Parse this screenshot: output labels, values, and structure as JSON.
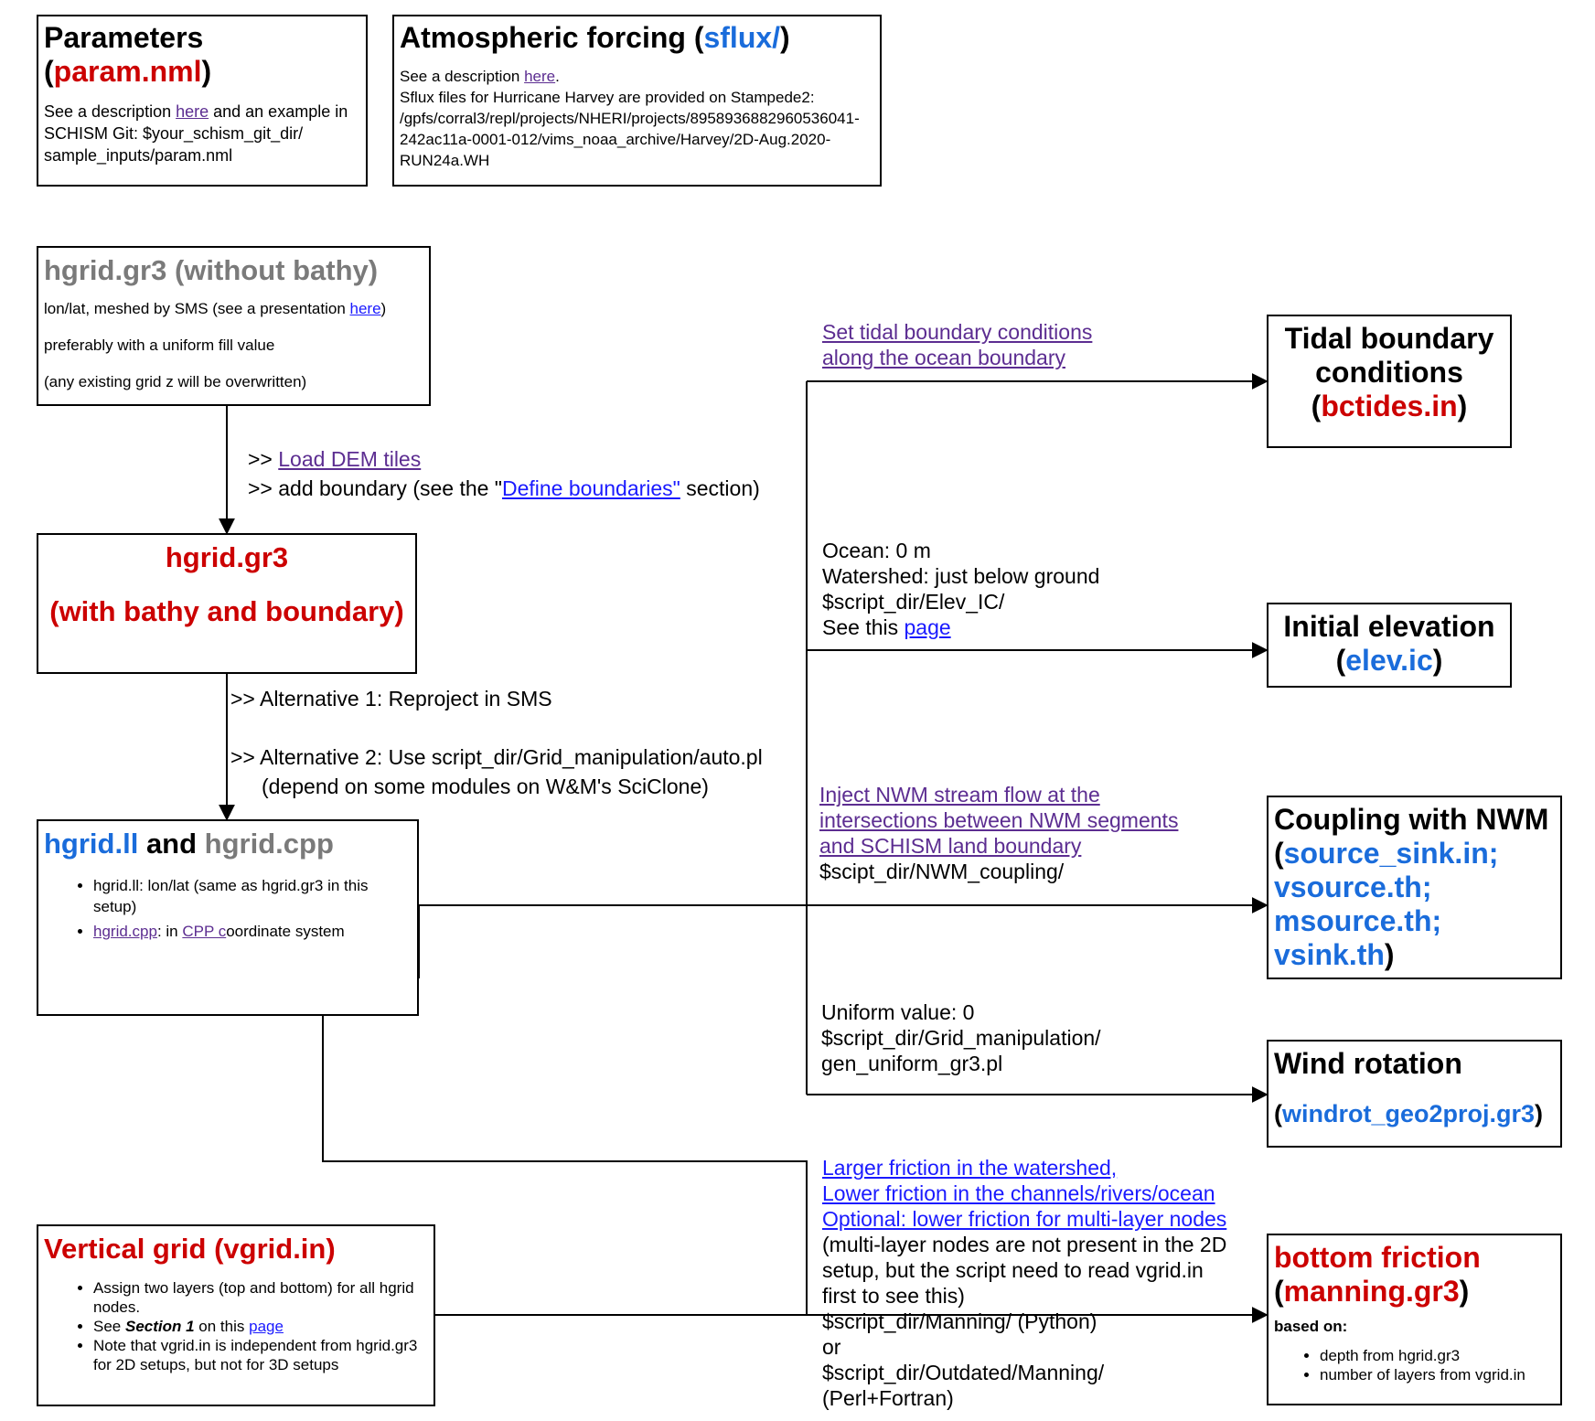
{
  "param": {
    "title": "Parameters",
    "open": "(",
    "file": "param.nml",
    "close": ")",
    "desc_pre": "See a description ",
    "desc_link": "here",
    "desc_mid": " and an example in SCHISM Git: $your_schism_git_dir/ sample_inputs/param.nml"
  },
  "sflux": {
    "title": "Atmospheric forcing (",
    "file": "sflux/",
    "close": ")",
    "line1_pre": "See a description ",
    "line1_link": "here",
    "line1_post": ".",
    "line2": "Sflux files for Hurricane Harvey are provided on Stampede2:",
    "line3": "/gpfs/corral3/repl/projects/NHERI/projects/8958936882960536041-",
    "line4": "242ac11a-0001-012/vims_noaa_archive/Harvey/2D-Aug.2020-",
    "line5": "RUN24a.WH"
  },
  "hgrid_raw": {
    "title": "hgrid.gr3 (without bathy)",
    "l1_pre": "lon/lat, meshed by SMS (see a presentation ",
    "l1_link": "here",
    "l1_post": ")",
    "l2": "preferably with a uniform fill value",
    "l3": "(any existing grid z will be overwritten)"
  },
  "arrow1": {
    "l1_pre": ">> ",
    "l1_link": "Load DEM tiles",
    "l2_pre": ">> add boundary (see the \"",
    "l2_link": "Define boundaries\"",
    "l2_post": " section)"
  },
  "hgrid_bathy": {
    "line1": "hgrid.gr3",
    "line2": "(with bathy and boundary)"
  },
  "arrow2": {
    "alt1": ">> Alternative 1: Reproject in SMS",
    "alt2": ">> Alternative 2: Use script_dir/Grid_manipulation/auto.pl",
    "alt2b": "(depend on some modules on W&M's SciClone)"
  },
  "hgrid_ll": {
    "t1": "hgrid.ll",
    "t2": " and ",
    "t3": "hgrid.cpp",
    "b1": "hgrid.ll: lon/lat (same as hgrid.gr3 in this setup)",
    "b2_link": "hgrid.cpp",
    "b2_mid": ": in ",
    "b2_link2": "CPP c",
    "b2_post": "oordinate system"
  },
  "vgrid": {
    "title": "Vertical grid (vgrid.in)",
    "b1": "Assign two layers (top and bottom) for all hgrid nodes.",
    "b2_pre": "See ",
    "b2_em": "Section 1",
    "b2_mid": " on this ",
    "b2_link": "page",
    "b3": "Note that vgrid.in is independent from hgrid.gr3 for 2D setups, but not for 3D setups"
  },
  "tidal_label": {
    "l1": "Set tidal boundary conditions",
    "l2": "along the ocean boundary"
  },
  "tidal": {
    "l1": "Tidal boundary",
    "l2": "conditions",
    "open": "(",
    "file": "bctides.in",
    "close": ")"
  },
  "elev_label": {
    "l1": "Ocean: 0 m",
    "l2": "Watershed: just below ground",
    "l3": "$script_dir/Elev_IC/",
    "l4_pre": "See this ",
    "l4_link": "page"
  },
  "elev": {
    "l1": "Initial elevation",
    "open": "(",
    "file": "elev.ic",
    "close": ")"
  },
  "nwm_label": {
    "l1": "Inject NWM stream flow at the",
    "l2": "intersections between NWM segments",
    "l3": "and SCHISM land boundary",
    "l4": "$scipt_dir/NWM_coupling/"
  },
  "nwm": {
    "title": "Coupling with NWM",
    "open": "(",
    "f1": "source_sink.in;",
    "f2": "vsource.th;",
    "f3": "msource.th;",
    "f4": "vsink.th",
    "close": ")"
  },
  "wind_label": {
    "l1": "Uniform value: 0",
    "l2": "$script_dir/Grid_manipulation/",
    "l3": "gen_uniform_gr3.pl"
  },
  "wind": {
    "title": "Wind rotation",
    "open": "(",
    "file": "windrot_geo2proj.gr3",
    "close": ")"
  },
  "manning_label": {
    "l1": "Larger friction in the watershed,",
    "l2": "Lower friction in the channels/rivers/ocean",
    "l3": "Optional: lower friction for multi-layer nodes",
    "l4": "(multi-layer nodes are not present in the 2D",
    "l5": "setup, but the script need to read vgrid.in",
    "l6": "first to see this)",
    "l7": "$script_dir/Manning/ (Python)",
    "l8": "or",
    "l9": "$script_dir/Outdated/Manning/",
    "l10": "(Perl+Fortran)"
  },
  "manning": {
    "t1": "bottom friction",
    "open": "(",
    "file": "manning.gr3",
    "close": ")",
    "based": "based on:",
    "b1": "depth from hgrid.gr3",
    "b2": "number of layers from vgrid.in"
  }
}
